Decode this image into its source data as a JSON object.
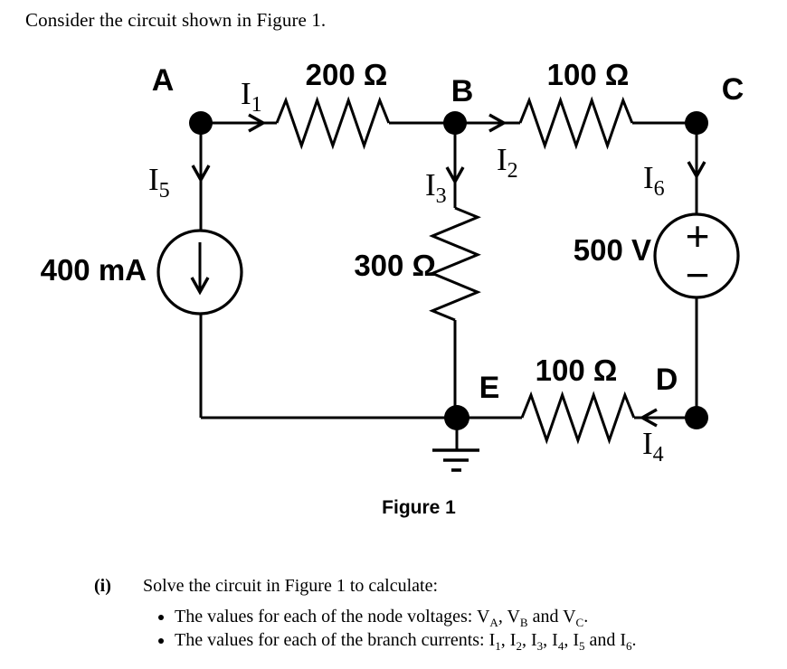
{
  "page": {
    "background": "#ffffff",
    "ink": "#000000"
  },
  "intro_text": "Consider the circuit shown in Figure 1.",
  "figure": {
    "caption": "Figure 1",
    "nodes": {
      "a": "A",
      "b": "B",
      "c": "C",
      "d": "D",
      "e": "E"
    },
    "components": {
      "r_ab": "200 Ω",
      "r_bc": "100 Ω",
      "r_be": "300 Ω",
      "r_ed": "100 Ω",
      "current_source": "400 mA",
      "voltage_source": "500 V",
      "vs_plus": "+",
      "vs_minus": "−"
    },
    "currents": {
      "i1": {
        "base": "I",
        "sub": "1"
      },
      "i2": {
        "base": "I",
        "sub": "2"
      },
      "i3": {
        "base": "I",
        "sub": "3"
      },
      "i4": {
        "base": "I",
        "sub": "4"
      },
      "i5": {
        "base": "I",
        "sub": "5"
      },
      "i6": {
        "base": "I",
        "sub": "6"
      }
    }
  },
  "task": {
    "label": "(i)",
    "text": "Solve the circuit in Figure 1 to calculate:",
    "bullets": [
      {
        "prefix": "The values for each of the node voltages:  ",
        "terms": [
          {
            "base": "V",
            "sub": "A"
          },
          {
            "base": "V",
            "sub": "B"
          },
          {
            "base": "V",
            "sub": "C"
          }
        ],
        "sep": ", ",
        "last_sep": " and ",
        "suffix": "."
      },
      {
        "prefix": "The values for each of the branch currents: ",
        "terms": [
          {
            "base": "I",
            "sub": "1"
          },
          {
            "base": "I",
            "sub": "2"
          },
          {
            "base": "I",
            "sub": "3"
          },
          {
            "base": "I",
            "sub": "4"
          },
          {
            "base": "I",
            "sub": "5"
          },
          {
            "base": "I",
            "sub": "6"
          }
        ],
        "sep": ", ",
        "last_sep": " and ",
        "suffix": "."
      }
    ]
  }
}
